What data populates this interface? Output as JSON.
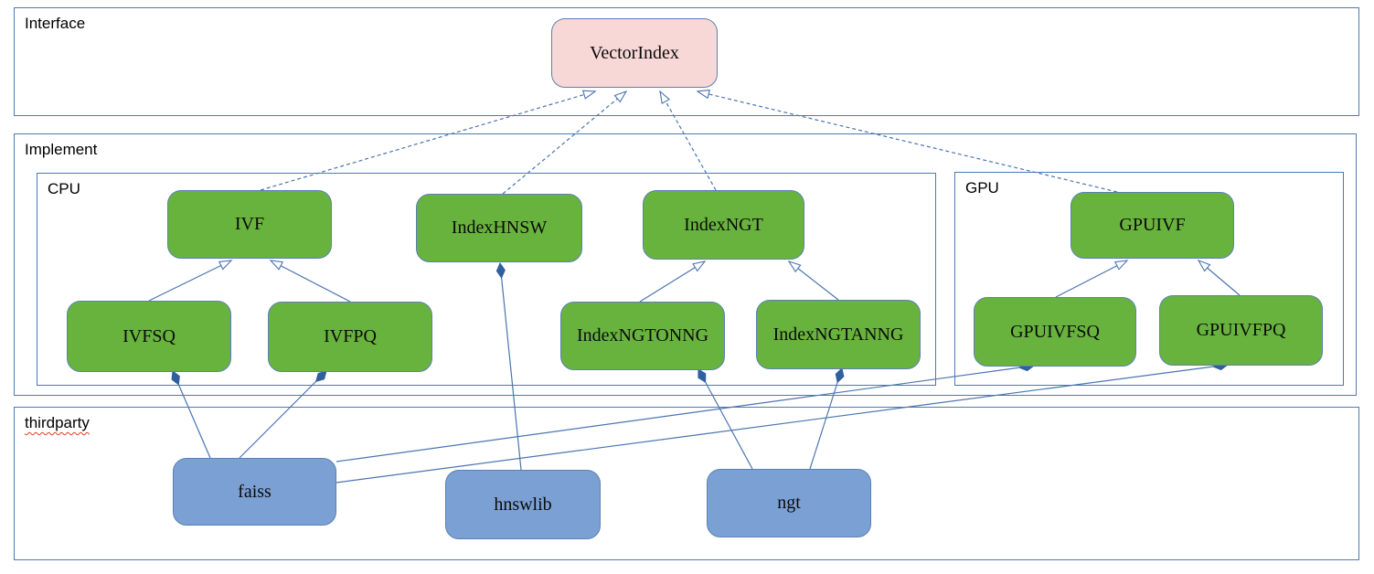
{
  "containers": {
    "interface": {
      "label": "Interface"
    },
    "implement": {
      "label": "Implement"
    },
    "cpu": {
      "label": "CPU"
    },
    "gpu": {
      "label": "GPU"
    },
    "thirdparty": {
      "label": "thirdparty",
      "spellcheck_underline": true
    }
  },
  "nodes": {
    "vectorindex": {
      "label": "VectorIndex",
      "fill": "#f8d8d6"
    },
    "ivf": {
      "label": "IVF",
      "fill": "#68b33e"
    },
    "indexhnsw": {
      "label": "IndexHNSW",
      "fill": "#68b33e"
    },
    "indexngt": {
      "label": "IndexNGT",
      "fill": "#68b33e"
    },
    "gpuivf": {
      "label": "GPUIVF",
      "fill": "#68b33e"
    },
    "ivfsq": {
      "label": "IVFSQ",
      "fill": "#68b33e"
    },
    "ivfpq": {
      "label": "IVFPQ",
      "fill": "#68b33e"
    },
    "indexngtonng": {
      "label": "IndexNGTONNG",
      "fill": "#68b33e"
    },
    "indexngtanng": {
      "label": "IndexNGTANNG",
      "fill": "#68b33e"
    },
    "gpuivfsq": {
      "label": "GPUIVFSQ",
      "fill": "#68b33e"
    },
    "gpuivfpq": {
      "label": "GPUIVFPQ",
      "fill": "#68b33e"
    },
    "faiss": {
      "label": "faiss",
      "fill": "#7ba0d4"
    },
    "hnswlib": {
      "label": "hnswlib",
      "fill": "#7ba0d4"
    },
    "ngt": {
      "label": "ngt",
      "fill": "#7ba0d4"
    }
  },
  "edges": [
    {
      "from": "IVF",
      "to": "VectorIndex",
      "type": "realization"
    },
    {
      "from": "IndexHNSW",
      "to": "VectorIndex",
      "type": "realization"
    },
    {
      "from": "IndexNGT",
      "to": "VectorIndex",
      "type": "realization"
    },
    {
      "from": "GPUIVF",
      "to": "VectorIndex",
      "type": "realization"
    },
    {
      "from": "IVFSQ",
      "to": "IVF",
      "type": "generalization"
    },
    {
      "from": "IVFPQ",
      "to": "IVF",
      "type": "generalization"
    },
    {
      "from": "IndexNGTONNG",
      "to": "IndexNGT",
      "type": "generalization"
    },
    {
      "from": "IndexNGTANNG",
      "to": "IndexNGT",
      "type": "generalization"
    },
    {
      "from": "GPUIVFSQ",
      "to": "GPUIVF",
      "type": "generalization"
    },
    {
      "from": "GPUIVFPQ",
      "to": "GPUIVF",
      "type": "generalization"
    },
    {
      "from": "faiss",
      "to": "IVFSQ",
      "type": "composition"
    },
    {
      "from": "faiss",
      "to": "IVFPQ",
      "type": "composition"
    },
    {
      "from": "faiss",
      "to": "GPUIVFSQ",
      "type": "composition"
    },
    {
      "from": "faiss",
      "to": "GPUIVFPQ",
      "type": "composition"
    },
    {
      "from": "hnswlib",
      "to": "IndexHNSW",
      "type": "composition"
    },
    {
      "from": "ngt",
      "to": "IndexNGTONNG",
      "type": "composition"
    },
    {
      "from": "ngt",
      "to": "IndexNGTANNG",
      "type": "composition"
    }
  ],
  "colors": {
    "container_border": "#4e79b1",
    "node_border": "#5a80b4",
    "connector": "#4a74b0",
    "diamond_fill": "#2f5f9f",
    "interface_node_fill": "#f8d8d6",
    "implement_node_fill": "#68b33e",
    "thirdparty_node_fill": "#7ba0d4",
    "spellcheck_color": "#e23b24"
  }
}
